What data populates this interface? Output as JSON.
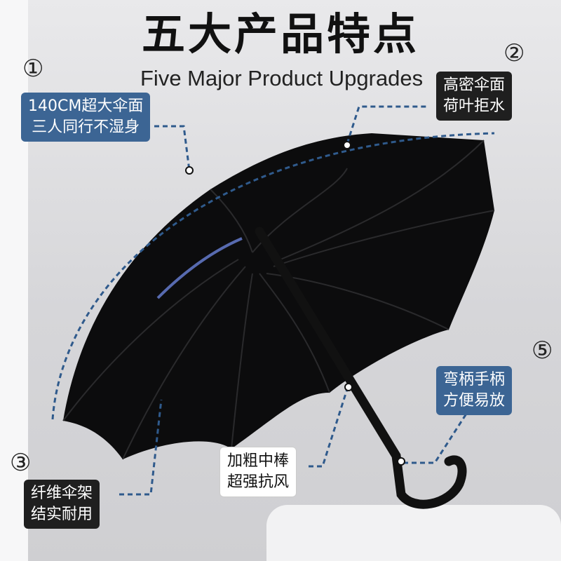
{
  "title": "五大产品特点",
  "subtitle": "Five Major Product Upgrades",
  "features": [
    {
      "number": "①",
      "lines": [
        "140CM超大伞面",
        "三人同行不湿身"
      ]
    },
    {
      "number": "②",
      "lines": [
        "高密伞面",
        "荷叶拒水"
      ]
    },
    {
      "number": "③",
      "lines": [
        "纤维伞架",
        "结实耐用"
      ]
    },
    {
      "number": "",
      "lines": [
        "加粗中棒",
        "超强抗风"
      ]
    },
    {
      "number": "⑤",
      "lines": [
        "弯柄手柄",
        "方便易放"
      ]
    }
  ],
  "colors": {
    "blue_box": "#3c6594",
    "dark_box": "#1f1f1f",
    "dash": "#2f5a8c"
  }
}
